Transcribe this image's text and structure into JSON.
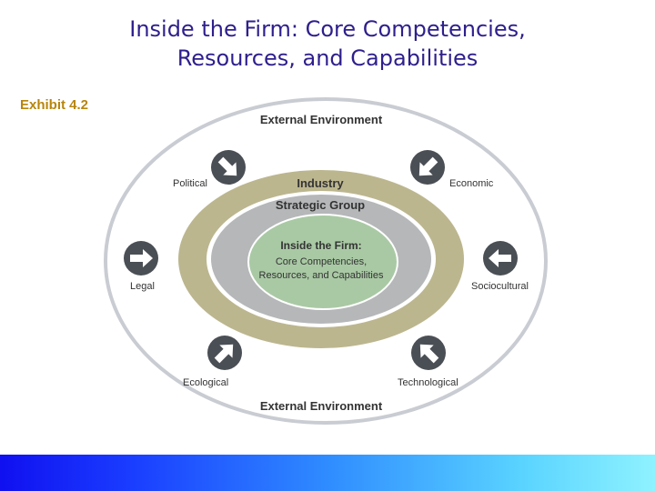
{
  "slide": {
    "title_line1": "Inside the Firm: Core Competencies,",
    "title_line2": "Resources, and Capabilities",
    "exhibit": "Exhibit 4.2"
  },
  "diagram": {
    "external_top": "External Environment",
    "external_bottom": "External Environment",
    "industry": "Industry",
    "strategic_group": "Strategic Group",
    "core_line1": "Inside the Firm:",
    "core_line2": "Core Competencies,",
    "core_line3": "Resources, and Capabilities",
    "forces": {
      "political": "Political",
      "economic": "Economic",
      "legal": "Legal",
      "sociocultural": "Sociocultural",
      "ecological": "Ecological",
      "technological": "Technological"
    },
    "colors": {
      "industry_ring": "#bcb68f",
      "strategic_ring": "#b5b7b9",
      "core": "#a9c9a4",
      "outer_stroke": "#c9ccd2",
      "arrow_disc": "#4a4f55"
    }
  }
}
